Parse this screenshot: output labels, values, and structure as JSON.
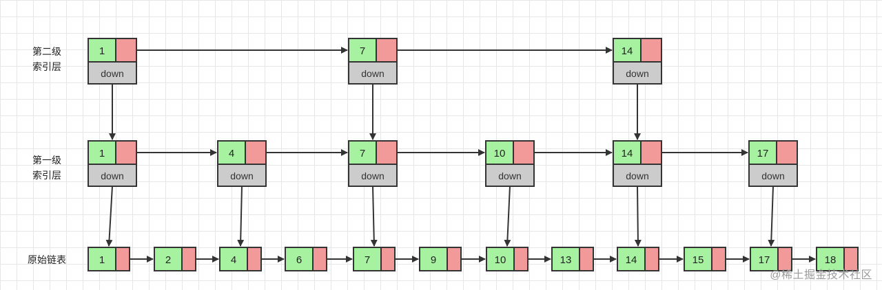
{
  "levels": [
    {
      "label": "第二级\n索引层",
      "nodes": [
        "1",
        "7",
        "14"
      ]
    },
    {
      "label": "第一级\n索引层",
      "nodes": [
        "1",
        "4",
        "7",
        "10",
        "14",
        "17"
      ]
    },
    {
      "label": "原始链表",
      "nodes": [
        "1",
        "2",
        "4",
        "6",
        "7",
        "9",
        "10",
        "13",
        "14",
        "15",
        "17",
        "18"
      ]
    }
  ],
  "down_label": "down",
  "watermark": "@稀土掘金技术社区",
  "colors": {
    "value_cell": "#a6f2a0",
    "pointer_cell": "#f29a9a",
    "down_cell": "#cccccc",
    "stroke": "#333333"
  }
}
